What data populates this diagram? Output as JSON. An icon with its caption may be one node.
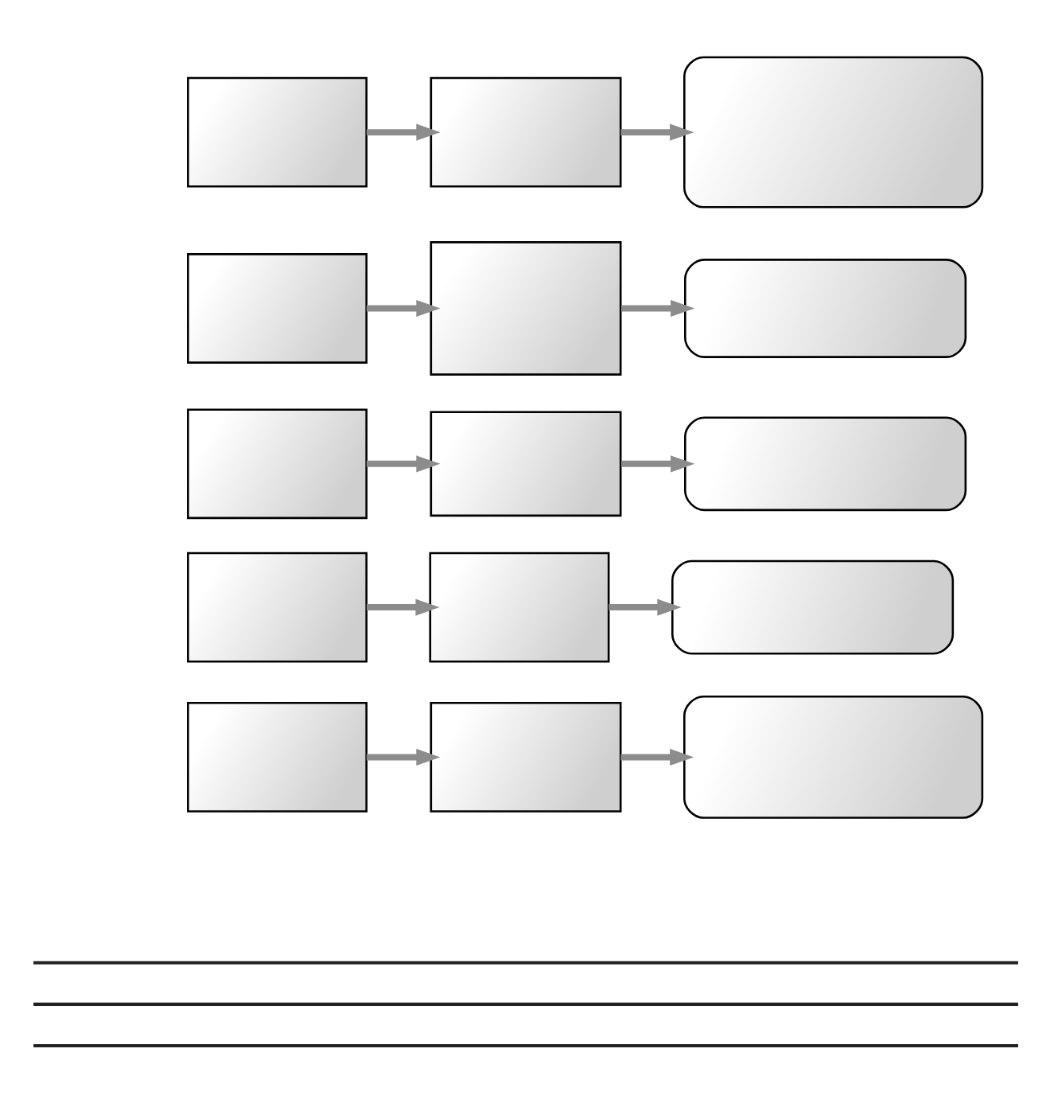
{
  "diagram": {
    "nodes": [
      {
        "text": [],
        "shape": "box"
      },
      {
        "text": [],
        "shape": "box"
      },
      {
        "text": [],
        "shape": "rounded"
      },
      {
        "text": [],
        "shape": "box"
      },
      {
        "text": [],
        "shape": "box"
      },
      {
        "text": [],
        "shape": "rounded"
      },
      {
        "text": [],
        "shape": "box"
      },
      {
        "text": [],
        "shape": "box"
      },
      {
        "text": [],
        "shape": "rounded"
      },
      {
        "text": [],
        "shape": "box"
      },
      {
        "text": [],
        "shape": "box"
      },
      {
        "text": [],
        "shape": "rounded"
      },
      {
        "text": [],
        "shape": "box"
      },
      {
        "text": [],
        "shape": "box"
      },
      {
        "text": [],
        "shape": "rounded"
      }
    ],
    "edges": [
      {
        "from": 0,
        "to": 1,
        "arrow": "to"
      },
      {
        "from": 1,
        "to": 2,
        "arrow": "to"
      },
      {
        "from": 3,
        "to": 4,
        "arrow": "to"
      },
      {
        "from": 4,
        "to": 5,
        "arrow": "to"
      },
      {
        "from": 6,
        "to": 7,
        "arrow": "to"
      },
      {
        "from": 7,
        "to": 8,
        "arrow": "to"
      },
      {
        "from": 9,
        "to": 10,
        "arrow": "to"
      },
      {
        "from": 10,
        "to": 11,
        "arrow": "to"
      },
      {
        "from": 12,
        "to": 13,
        "arrow": "to"
      },
      {
        "from": 13,
        "to": 14,
        "arrow": "to"
      }
    ]
  }
}
